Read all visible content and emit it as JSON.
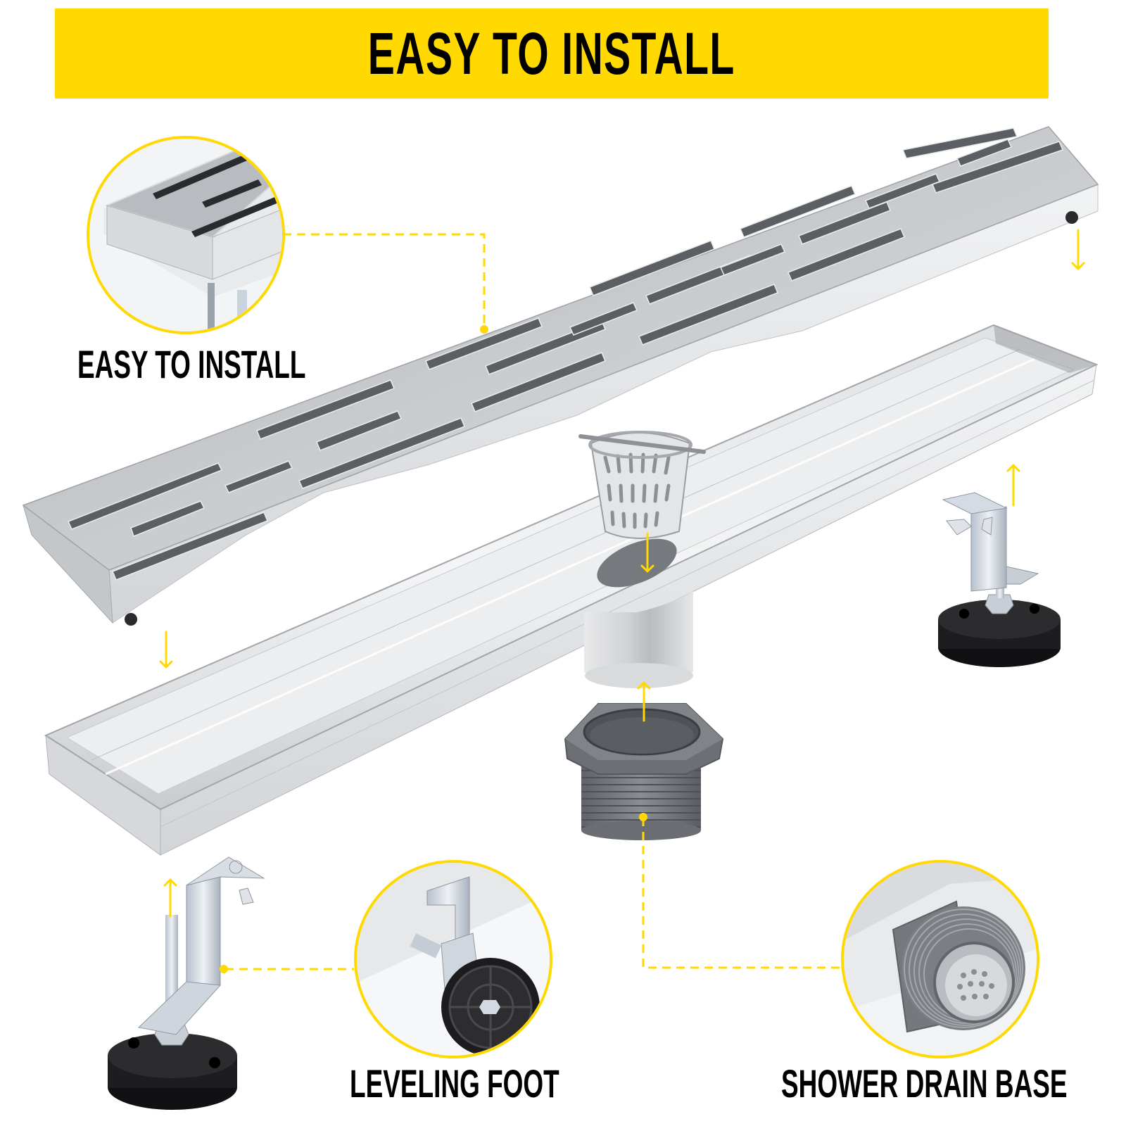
{
  "banner": {
    "title": "EASY TO INSTALL",
    "background_color": "#FFD900"
  },
  "callouts": [
    {
      "id": "grate-corner",
      "label": "EASY TO INSTALL",
      "icon": "grate-corner-detail"
    },
    {
      "id": "leveling-foot",
      "label": "LEVELING FOOT",
      "icon": "leveling-foot-detail"
    },
    {
      "id": "drain-base",
      "label": "SHOWER DRAIN BASE",
      "icon": "drain-base-detail"
    }
  ],
  "components": [
    {
      "name": "slotted-grate-cover",
      "icon": "grate-icon"
    },
    {
      "name": "linear-drain-channel",
      "icon": "channel-icon"
    },
    {
      "name": "hair-strainer-basket",
      "icon": "basket-icon"
    },
    {
      "name": "drain-outlet-pipe",
      "icon": "pipe-icon"
    },
    {
      "name": "threaded-drain-base",
      "icon": "hex-nut-icon"
    },
    {
      "name": "leveling-foot-right",
      "icon": "leveling-foot-icon"
    },
    {
      "name": "leveling-foot-left",
      "icon": "leveling-foot-icon"
    }
  ],
  "arrows": [
    {
      "name": "grate-right-down-arrow",
      "direction": "down"
    },
    {
      "name": "grate-left-down-arrow",
      "direction": "down"
    },
    {
      "name": "basket-down-arrow",
      "direction": "down"
    },
    {
      "name": "base-up-arrow",
      "direction": "up"
    },
    {
      "name": "right-foot-up-arrow",
      "direction": "up"
    },
    {
      "name": "left-foot-up-arrow",
      "direction": "up"
    }
  ],
  "colors": {
    "accent": "#FFD900",
    "steel_light": "#e4e6e8",
    "steel_mid": "#b9bcc0",
    "steel_dark": "#8e9196",
    "plastic_gray": "#6f7378",
    "rubber_black": "#1d1d1f"
  }
}
